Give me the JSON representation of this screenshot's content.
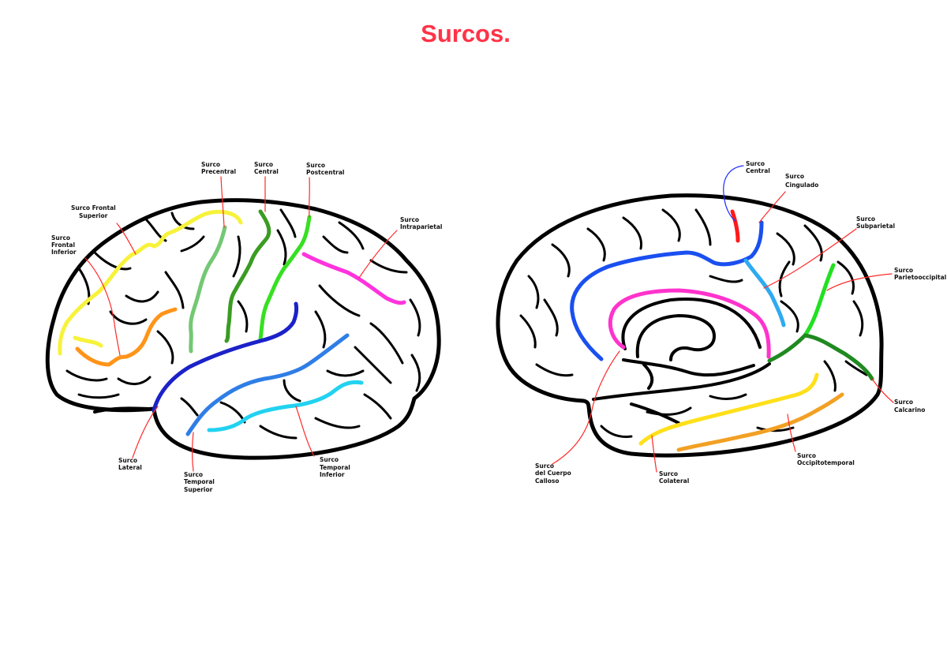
{
  "title": "Surcos.",
  "lateral": {
    "precentral": [
      "Surco",
      "Precentral"
    ],
    "central": [
      "Surco",
      "Central"
    ],
    "postcentral": [
      "Surco",
      "Postcentral"
    ],
    "frontal_superior": [
      "Surco Frontal",
      "Superior"
    ],
    "frontal_inferior": [
      "Surco",
      "Frontal",
      "Inferior"
    ],
    "intraparietal": [
      "Surco",
      "Intraparietal"
    ],
    "lateral": [
      "Surco",
      "Lateral"
    ],
    "temporal_superior": [
      "Surco",
      "Temporal",
      "Superior"
    ],
    "temporal_inferior": [
      "Surco",
      "Temporal",
      "Inferior"
    ]
  },
  "medial": {
    "central": [
      "Surco",
      "Central"
    ],
    "cingulado": [
      "Surco",
      "Cingulado"
    ],
    "subparietal": [
      "Surco",
      "Subparietal"
    ],
    "parietooccipital": [
      "Surco",
      "Parietooccipital"
    ],
    "calcarino": [
      "Surco",
      "Calcarino"
    ],
    "occipitotemporal": [
      "Surco",
      "Occipitotemporal"
    ],
    "colateral": [
      "Surco",
      "Colateral"
    ],
    "cuerpo_calloso": [
      "Surco",
      "del Cuerpo",
      "Calloso"
    ]
  },
  "colors": {
    "title": "#ff3347",
    "leader_red": "#ff2a2a",
    "leader_blue": "#1f2fff",
    "frontal_superior": "#f7f23a",
    "frontal_inferior": "#ff9419",
    "precentral": "#74c874",
    "central": "#3a9c22",
    "postcentral": "#36e021",
    "intraparietal": "#ff33dd",
    "lateral": "#1b22c8",
    "temporal_superior": "#2f7ee6",
    "temporal_inferior": "#22d2f0",
    "medial_central": "#ff1a1a",
    "cingulado": "#1a4ff0",
    "cingulado_branch": "#2faaf0",
    "cuerpo_calloso": "#ff33cc",
    "parietooccipital": "#22e022",
    "calcarino": "#1f8a1f",
    "colateral": "#ffe01a",
    "occipitotemporal": "#f2a024"
  }
}
